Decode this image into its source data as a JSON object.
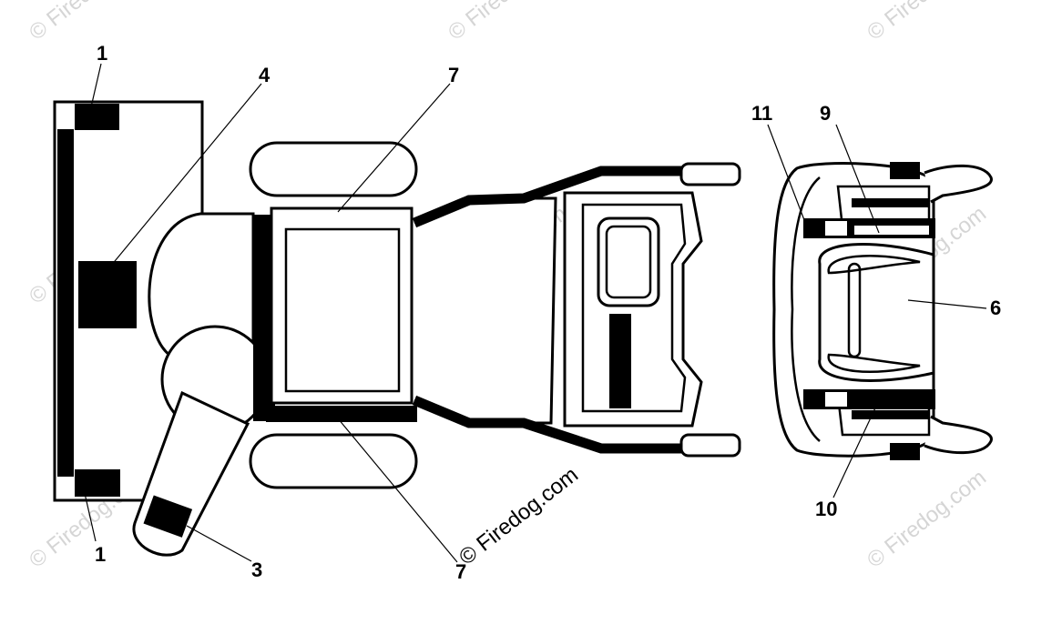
{
  "colors": {
    "ink": "#000000",
    "paper": "#ffffff",
    "watermark": "#c8c8c8"
  },
  "watermark": {
    "text": "© Firedog.com",
    "main_text": "© Firedog.com"
  },
  "callouts": {
    "decal_1_top": "1",
    "decal_1_bottom": "1",
    "decal_3": "3",
    "decal_4": "4",
    "decal_6": "6",
    "decal_7_top": "7",
    "decal_7_bottom": "7",
    "decal_9": "9",
    "decal_10": "10",
    "decal_11": "11"
  }
}
